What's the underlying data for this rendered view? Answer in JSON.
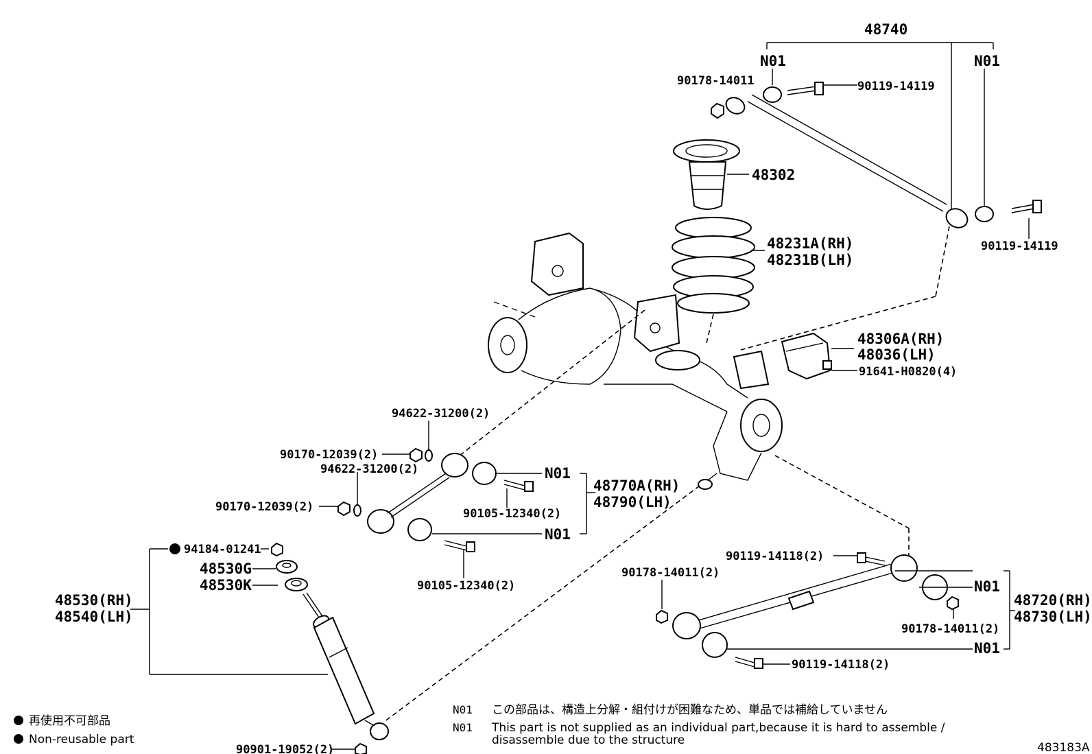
{
  "labels": {
    "upper_link_assy": "48740",
    "n01_upper_left": "N01",
    "n01_upper_right": "N01",
    "nut_90178_14011": "90178-14011",
    "bolt_90119_14119_top": "90119-14119",
    "bolt_90119_14119_right": "90119-14119",
    "bound_stopper": "48302",
    "spring_rh": "48231A(RH)",
    "spring_lh": "48231B(LH)",
    "spring_bumper_rh": "48306A(RH)",
    "spring_bumper_lh": "48036(LH)",
    "bolt_91641": "91641-H0820(4)",
    "washer_94622_top": "94622-31200(2)",
    "nut_90170_top": "90170-12039(2)",
    "washer_94622_mid": "94622-31200(2)",
    "nut_90170_low": "90170-12039(2)",
    "n01_lateral_top": "N01",
    "lateral_rod_rh": "48770A(RH)",
    "lateral_rod_lh": "48790(LH)",
    "bolt_90105_upper": "90105-12340(2)",
    "n01_lateral_bottom": "N01",
    "bolt_90105_lower": "90105-12340(2)",
    "nut_94184": "94184-01241",
    "cushion_48530g": "48530G",
    "cushion_48530k": "48530K",
    "shock_rh": "48530(RH)",
    "shock_lh": "48540(LH)",
    "bolt_90119_14118_top": "90119-14118(2)",
    "nut_90178_14011_left": "90178-14011(2)",
    "n01_lower_top": "N01",
    "lower_arm_rh": "48720(RH)",
    "lower_arm_lh": "48730(LH)",
    "nut_90178_14011_right": "90178-14011(2)",
    "n01_lower_bottom": "N01",
    "bolt_90119_14118_bottom": "90119-14118(2)",
    "nut_90901": "90901-19052(2)"
  },
  "legend": {
    "jp": "再使用不可部品",
    "en": "Non-reusable part"
  },
  "notes": {
    "code_jp": "N01",
    "text_jp": "この部品は、構造上分解・組付けが困難なため、単品では補給していません",
    "code_en": "N01",
    "text_en_line1": "This part is not supplied as an individual part,because it is hard to assemble /",
    "text_en_line2": "disassemble due to the structure"
  },
  "figure_id": "483183A"
}
